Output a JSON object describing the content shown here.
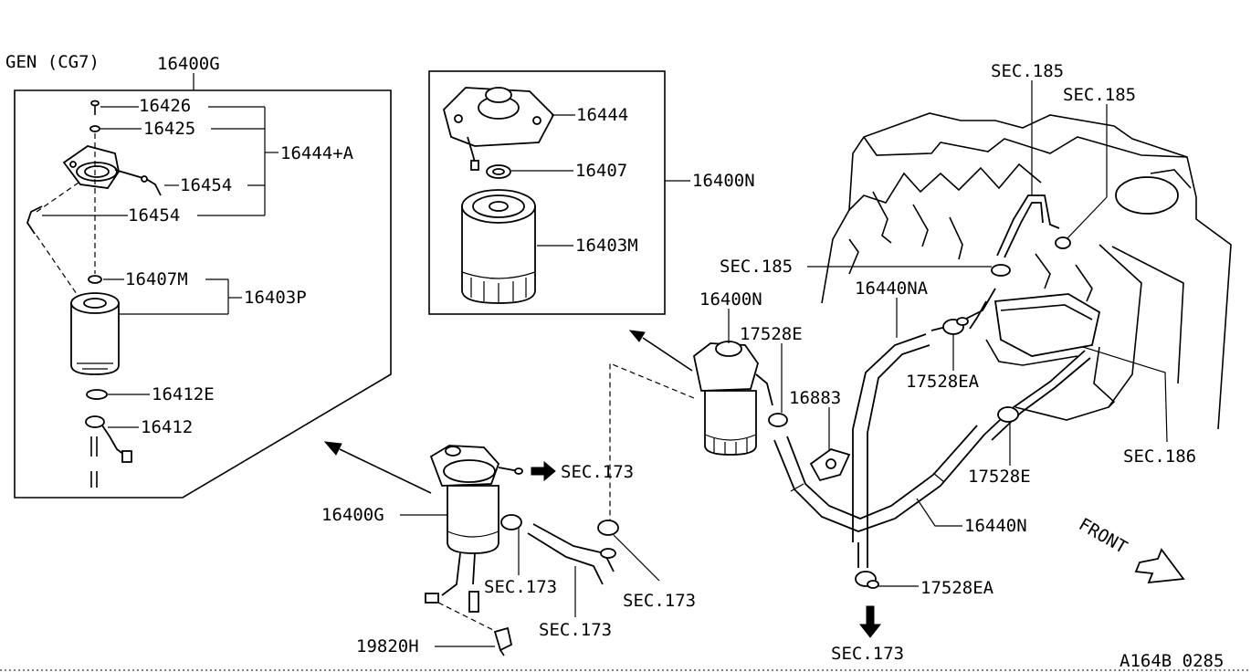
{
  "variant_label": "GEN (CG7)",
  "drawing_code": "A164B 0285",
  "front_label": "FRONT",
  "inset_gen": {
    "assembly": "16400G",
    "bracket_group": "16444+A",
    "parts": [
      "16426",
      "16425",
      "16454",
      "16454",
      "16407M",
      "16403P",
      "16412E",
      "16412"
    ]
  },
  "inset_n": {
    "assembly": "16400N",
    "parts": [
      "16444",
      "16407",
      "16403M"
    ]
  },
  "main_labels": {
    "sec185_a": "SEC.185",
    "sec185_b": "SEC.185",
    "sec185_c": "SEC.185",
    "filter_n": "16400N",
    "clamp_e_top": "17528E",
    "hose_na": "16440NA",
    "sensor": "16883",
    "clamp_ea_mid": "17528EA",
    "sec186": "SEC.186",
    "clamp_e_right": "17528E",
    "hose_n": "16440N",
    "clamp_ea_bottom": "17528EA",
    "sec173_bottom": "SEC.173",
    "filter_g": "16400G",
    "sec173_outlet": "SEC.173",
    "sec173_clamp": "SEC.173",
    "sec173_hose": "SEC.173",
    "sec173_right": "SEC.173",
    "bracket": "19820H"
  }
}
